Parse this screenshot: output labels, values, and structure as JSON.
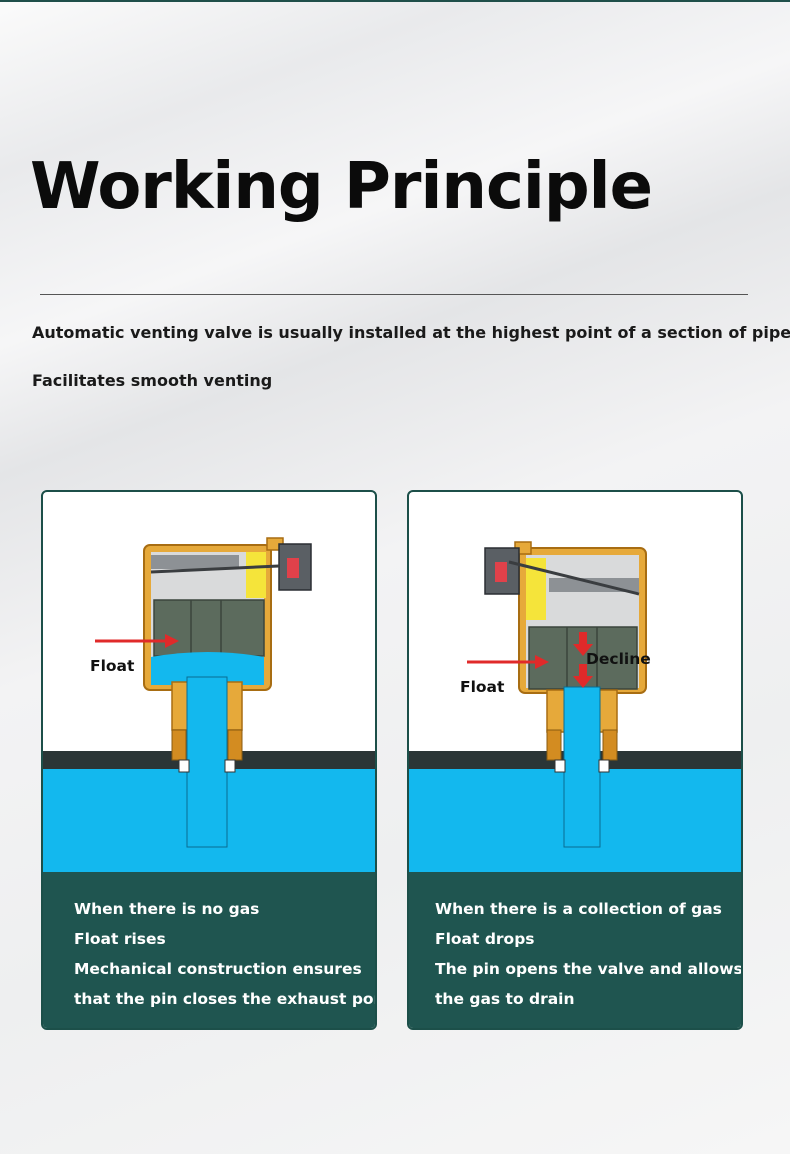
{
  "title": "Working Principle",
  "intro": {
    "line1": "Automatic venting valve is usually installed at the highest point of a section of pipeline",
    "line2": "Facilitates smooth venting"
  },
  "colors": {
    "accent_dark_teal": "#1f5550",
    "water_blue": "#13b8ee",
    "valve_brass": "#e6a93a",
    "float_green": "#5c6b5d",
    "arrow_red": "#e02a2a"
  },
  "panels": [
    {
      "labels": {
        "float": "Float"
      },
      "caption": [
        "When there is no gas",
        "Float rises",
        "Mechanical construction ensures",
        "that the pin closes the exhaust port"
      ]
    },
    {
      "labels": {
        "float": "Float",
        "decline": "Decline"
      },
      "caption": [
        "When there is a collection of gas",
        "Float drops",
        "The pin opens the valve and allows",
        "the gas to drain"
      ]
    }
  ]
}
